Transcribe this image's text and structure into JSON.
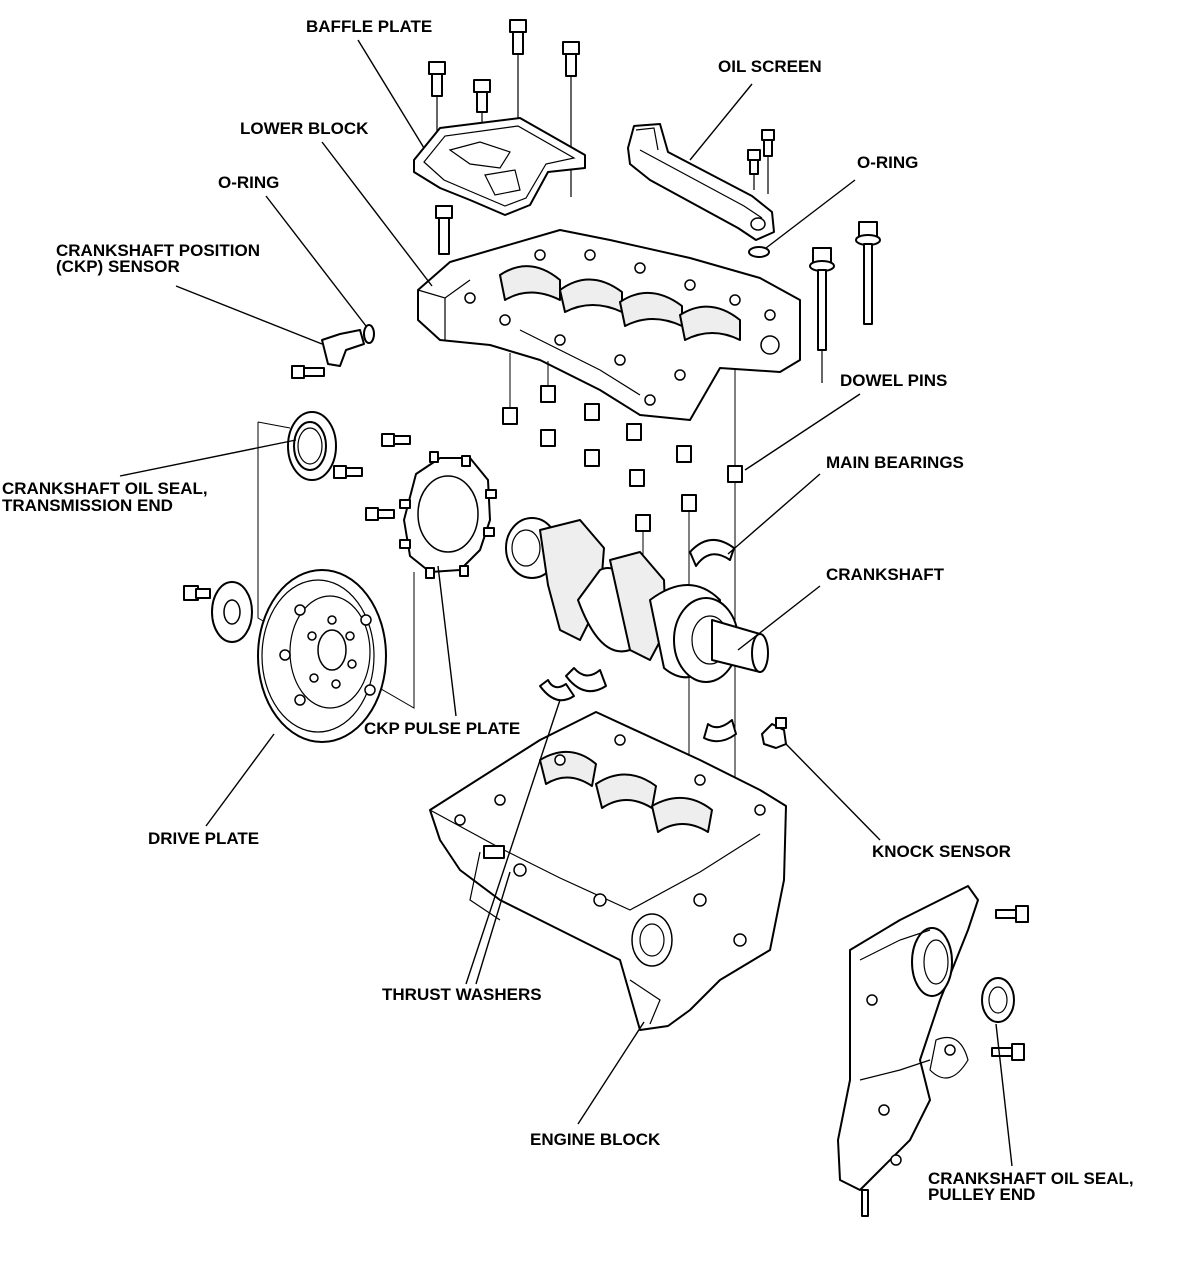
{
  "diagram": {
    "labels": {
      "baffle_plate": "BAFFLE PLATE",
      "oil_screen": "OIL SCREEN",
      "lower_block": "LOWER BLOCK",
      "o_ring_left": "O-RING",
      "o_ring_right": "O-RING",
      "ckp_sensor_line1": "CRANKSHAFT POSITION",
      "ckp_sensor_line2": "(CKP) SENSOR",
      "dowel_pins": "DOWEL PINS",
      "main_bearings": "MAIN BEARINGS",
      "oil_seal_trans_line1": "CRANKSHAFT OIL SEAL,",
      "oil_seal_trans_line2": "TRANSMISSION END",
      "crankshaft": "CRANKSHAFT",
      "ckp_pulse_plate": "CKP PULSE PLATE",
      "drive_plate": "DRIVE PLATE",
      "knock_sensor": "KNOCK SENSOR",
      "thrust_washers": "THRUST WASHERS",
      "engine_block": "ENGINE BLOCK",
      "oil_seal_pulley_line1": "CRANKSHAFT OIL SEAL,",
      "oil_seal_pulley_line2": "PULLEY END"
    }
  }
}
